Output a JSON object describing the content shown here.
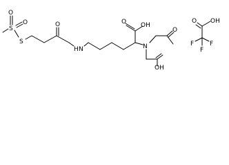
{
  "molecule": {
    "atoms": {
      "s1": "S",
      "o1": "O",
      "o2": "O",
      "s2": "S",
      "o_amide": "O",
      "nh": "H",
      "n_amide": "N",
      "cooh_o": "O",
      "cooh_oh": "OH",
      "n_tert": "N",
      "ch2a_o": "O",
      "ch2b_oh": "OH"
    }
  },
  "counterion": {
    "atoms": {
      "o": "O",
      "oh": "OH",
      "f_left": "F",
      "f_right": "F",
      "f_bottom": "F"
    }
  }
}
